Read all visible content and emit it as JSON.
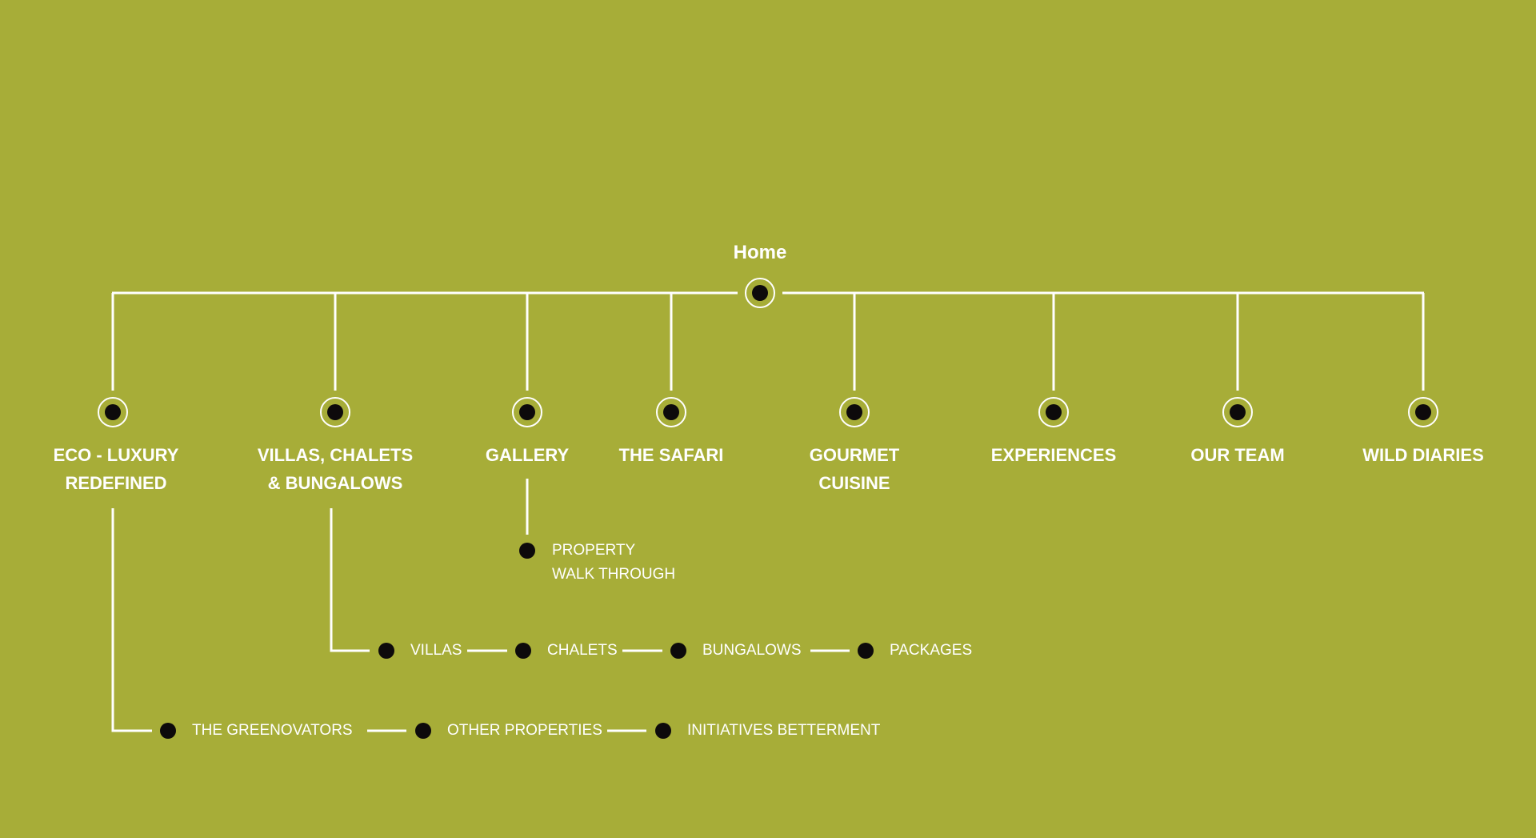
{
  "colors": {
    "background": "#a7ad38",
    "line": "#ffffff",
    "dot": "#0d0a0b"
  },
  "root": {
    "label": "Home"
  },
  "sections": [
    {
      "label": "ECO - LUXURY\nREDEFINED"
    },
    {
      "label": "VILLAS, CHALETS\n& BUNGALOWS"
    },
    {
      "label": "GALLERY"
    },
    {
      "label": "THE SAFARI"
    },
    {
      "label": "GOURMET\nCUISINE"
    },
    {
      "label": "EXPERIENCES"
    },
    {
      "label": "OUR TEAM"
    },
    {
      "label": "WILD DIARIES"
    }
  ],
  "gallery_children": [
    "PROPERTY\nWALK THROUGH"
  ],
  "villas_children": [
    "VILLAS",
    "CHALETS",
    "BUNGALOWS",
    "PACKAGES"
  ],
  "eco_children": [
    "THE GREENOVATORS",
    "OTHER PROPERTIES",
    "INITIATIVES BETTERMENT"
  ]
}
